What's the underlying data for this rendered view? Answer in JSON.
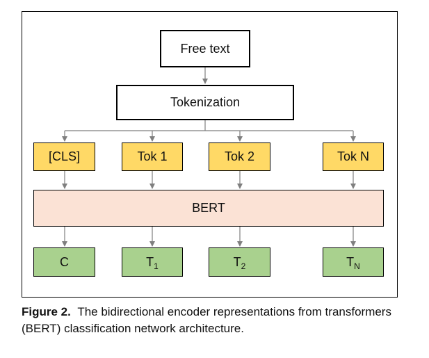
{
  "nodes": {
    "free_text": "Free text",
    "tokenization": "Tokenization",
    "cls": "[CLS]",
    "tok1": "Tok 1",
    "tok2": "Tok 2",
    "tokn": "Tok N",
    "bert": "BERT",
    "c": "C",
    "t1": {
      "base": "T",
      "sub": "1"
    },
    "t2": {
      "base": "T",
      "sub": "2"
    },
    "tn": {
      "base": "T",
      "sub": "N"
    }
  },
  "caption": {
    "label": "Figure 2.",
    "text": "The bidirectional encoder representations from transformers (BERT) classification network architecture."
  },
  "colors": {
    "token_fill": "#ffd966",
    "bert_fill": "#fbe2d5",
    "output_fill": "#a9d18e",
    "arrow": "#7f7f7f"
  }
}
